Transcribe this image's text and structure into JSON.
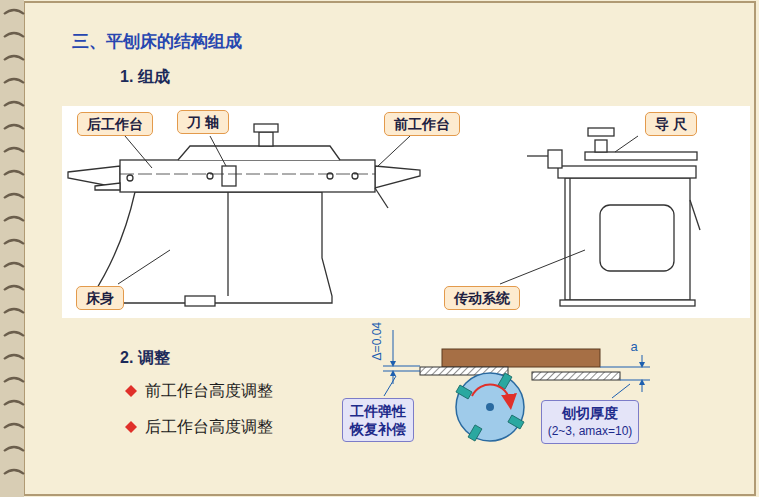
{
  "diagram": {
    "title": "三、平刨床的结构组成",
    "nodes": [
      {
        "text": [
          "后工作台"
        ]
      },
      {
        "text": [
          "刀 轴"
        ]
      },
      {
        "text": [
          "前工作台"
        ]
      },
      {
        "text": [
          "导 尺"
        ]
      },
      {
        "text": [
          "床身"
        ]
      },
      {
        "text": [
          "传动系统"
        ]
      },
      {
        "text": [
          "工件弹性恢复补偿"
        ]
      },
      {
        "text": [
          "刨切厚度",
          "(2~3, amax=10)"
        ]
      }
    ],
    "labels": [
      "1. 组成",
      "2. 调整",
      "前工作台高度调整",
      "后工作台高度调整",
      "Δ=0.04",
      "a"
    ]
  }
}
